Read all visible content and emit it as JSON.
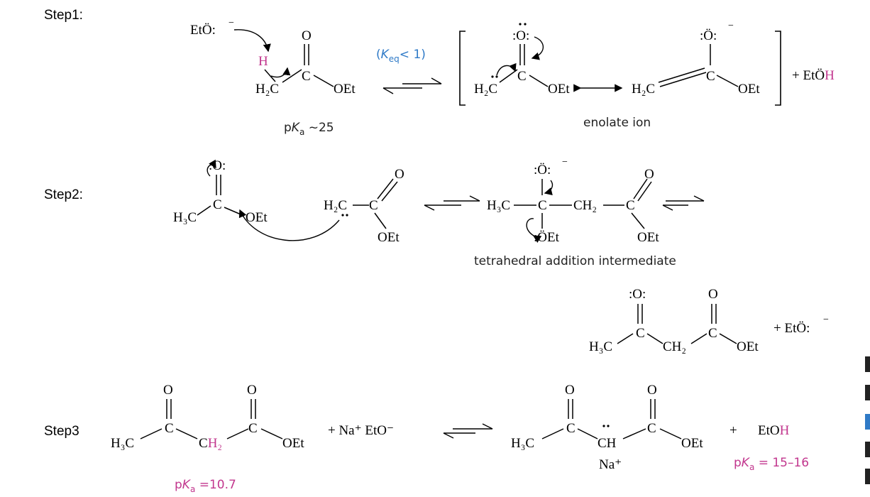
{
  "steps": {
    "step1": "Step1:",
    "step2": "Step2:",
    "step3": "Step3"
  },
  "step1": {
    "ethoxide": "EtÖ:",
    "charge": "−",
    "h": "H",
    "o": "O",
    "h2c": "H₂C",
    "oet": "OEt",
    "c": "C",
    "keq_open": "(",
    "keq_k": "K",
    "keq_sub": "eq",
    "keq_rest": "< 1)",
    "pka_p": "p",
    "pka_k": "K",
    "pka_sub": "a",
    "pka_val": " ~25",
    "enolate_o": ":O:",
    "enolate_o_neg": ":Ö:",
    "enolate_caption": "enolate ion",
    "product_plus": "+ Et",
    "product_o": "Ö",
    "product_h": "H"
  },
  "step2": {
    "o": ":O:",
    "h3c": "H₃C",
    "c": "C",
    "oet": "OEt",
    "h2c": "H₂C",
    "o_top": "O",
    "ch2": "CH₂",
    "o_neg": ":Ö:",
    "oet_lp": ":ÖEt",
    "caption": "tetrahedral addition intermediate"
  },
  "step2b": {
    "o1": ":O:",
    "o2": "O",
    "h3c": "H₃C",
    "c": "C",
    "ch2": "CH₂",
    "oet": "OEt",
    "plus": "+ EtÖ:"
  },
  "step3": {
    "o": "O",
    "h3c": "H₃C",
    "c": "C",
    "c_part": "C",
    "h2_part": "H₂",
    "oet": "OEt",
    "reagent": "+ Na⁺ EtO⁻",
    "ch": "CH",
    "na": "Na⁺",
    "plus": "+",
    "etoh_et": "EtO",
    "etoh_h": "H",
    "pka1_p": "p",
    "pka1_k": "K",
    "pka1_sub": "a",
    "pka1_val": " =10.7",
    "pka2_p": "p",
    "pka2_k": "K",
    "pka2_sub": "a",
    "pka2_val": " = 15–16"
  },
  "colors": {
    "pink": "#c2378e",
    "blue": "#2f7ac7"
  }
}
